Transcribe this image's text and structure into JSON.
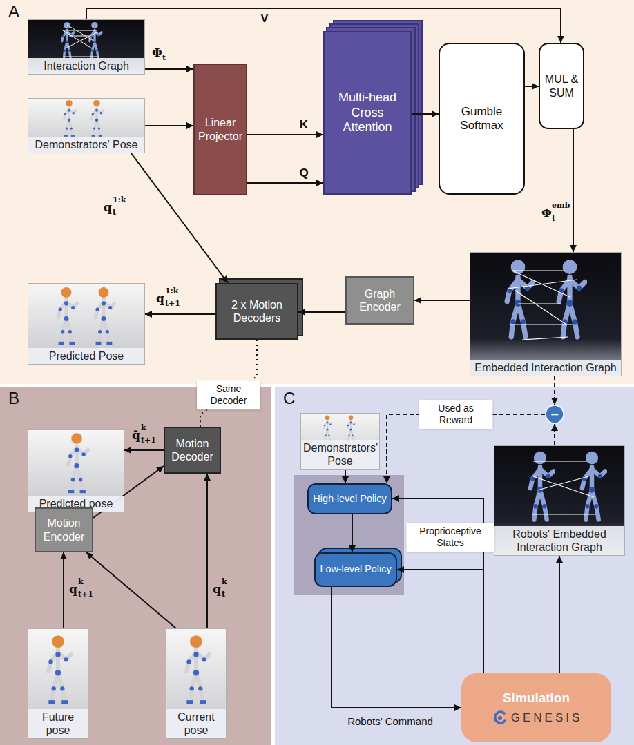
{
  "diagram": {
    "nodes": [
      {
        "text": [
          "A"
        ]
      },
      {
        "text": [
          "Interaction Graph"
        ],
        "in": 0
      },
      {
        "text": [
          "Demonstrators' Pose"
        ],
        "in": 0
      },
      {
        "text": [
          "Linear Projector"
        ],
        "in": 0
      },
      {
        "text": [
          "Multi-head Cross Attention"
        ],
        "in": 0
      },
      {
        "text": [
          "Gumble Softmax"
        ],
        "in": 0
      },
      {
        "text": [
          "MUL & SUM"
        ],
        "in": 0
      },
      {
        "text": [
          "Embedded Interaction Graph"
        ],
        "in": 0
      },
      {
        "text": [
          "Graph Encoder"
        ],
        "in": 0
      },
      {
        "text": [
          "2 x Motion Decoders"
        ],
        "in": 0
      },
      {
        "text": [
          "Predicted Pose"
        ],
        "in": 0
      },
      {
        "text": [
          "B"
        ]
      },
      {
        "text": [
          "Predicted pose"
        ],
        "in": 11
      },
      {
        "text": [
          "Motion Decoder"
        ],
        "in": 11
      },
      {
        "text": [
          "Motion Encoder"
        ],
        "in": 11
      },
      {
        "text": [
          "Future pose"
        ],
        "in": 11
      },
      {
        "text": [
          "Current pose"
        ],
        "in": 11
      },
      {
        "text": [
          "C"
        ]
      },
      {
        "text": [
          "Demonstrators' Pose"
        ],
        "in": 17
      },
      {
        "text": [
          "High-level Policy"
        ],
        "in": 17
      },
      {
        "text": [
          "Low-level Policy"
        ],
        "in": 17
      },
      {
        "text": [
          "Robots' Embedded Interaction Graph"
        ],
        "in": 17
      },
      {
        "text": [
          "Simulation",
          "GENESIS"
        ],
        "in": 17
      },
      {
        "text": [
          "−"
        ],
        "in": 17
      }
    ],
    "edges": [
      {
        "from": 1,
        "to": 3,
        "arrow": "to"
      },
      {
        "from": 1,
        "to": 6,
        "arrow": "to",
        "label": "V"
      },
      {
        "from": 2,
        "to": 3,
        "arrow": "to"
      },
      {
        "from": 3,
        "to": 4,
        "arrow": "to",
        "label": "K"
      },
      {
        "from": 3,
        "to": 4,
        "arrow": "to",
        "label": "Q"
      },
      {
        "from": 4,
        "to": 5,
        "arrow": "to"
      },
      {
        "from": 5,
        "to": 6,
        "arrow": "to"
      },
      {
        "from": 6,
        "to": 7,
        "arrow": "to"
      },
      {
        "from": 7,
        "to": 8,
        "arrow": "to"
      },
      {
        "from": 8,
        "to": 9,
        "arrow": "to"
      },
      {
        "from": 9,
        "to": 10,
        "arrow": "to"
      },
      {
        "from": 2,
        "to": 9,
        "arrow": "to"
      },
      {
        "from": 9,
        "to": 13,
        "arrow": "none",
        "label": "Same Decoder"
      },
      {
        "from": 7,
        "to": 23,
        "arrow": "to"
      },
      {
        "from": 13,
        "to": 12,
        "arrow": "to"
      },
      {
        "from": 14,
        "to": 13,
        "arrow": "to"
      },
      {
        "from": 15,
        "to": 14,
        "arrow": "to"
      },
      {
        "from": 16,
        "to": 14,
        "arrow": "to"
      },
      {
        "from": 16,
        "to": 13,
        "arrow": "to"
      },
      {
        "from": 18,
        "to": 19,
        "arrow": "to"
      },
      {
        "from": 19,
        "to": 20,
        "arrow": "to"
      },
      {
        "from": 20,
        "to": 22,
        "arrow": "to",
        "label": "Robots' Command"
      },
      {
        "from": 22,
        "to": 19,
        "arrow": "to",
        "label": "Proprioceptive States"
      },
      {
        "from": 22,
        "to": 20,
        "arrow": "to"
      },
      {
        "from": 22,
        "to": 21,
        "arrow": "to"
      },
      {
        "from": 21,
        "to": 23,
        "arrow": "to"
      },
      {
        "from": 23,
        "to": 19,
        "arrow": "to",
        "label": "Used as Reward"
      }
    ],
    "labels": [
      "Φ",
      "t",
      "q",
      "t",
      "1:k",
      "q",
      "t+1",
      "1:k",
      "Φ",
      "emb",
      "t",
      "q̄",
      "t+1",
      "k",
      "q",
      "t+1",
      "k",
      "q",
      "t",
      "k"
    ]
  }
}
